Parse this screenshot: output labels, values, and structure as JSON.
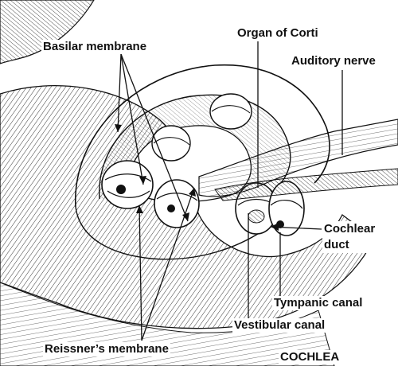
{
  "title": "COCHLEA",
  "labels": {
    "basilar": "Basilar membrane",
    "corti": "Organ of Corti",
    "auditory": "Auditory nerve",
    "cochlear_line1": "Cochlear",
    "cochlear_line2": "duct",
    "tympanic": "Tympanic canal",
    "vestibular": "Vestibular canal",
    "reissner": "Reissner’s membrane"
  },
  "colors": {
    "ink": "#111111",
    "paper": "#ffffff"
  }
}
